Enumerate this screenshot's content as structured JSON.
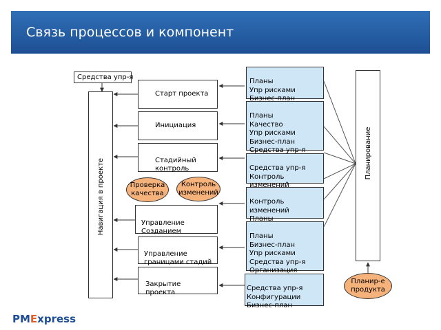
{
  "title": "Связь процессов и компонент",
  "tools_label": "Средства упр-я",
  "navigation_label": "Навигация в проекте",
  "planning_label": "Планирование",
  "processes": [
    {
      "label": "Старт проекта"
    },
    {
      "label": "Инициация"
    },
    {
      "label": "Стадийный\nконтроль"
    },
    {
      "label": "Управление\nСозданием продукта"
    },
    {
      "label": "Управление\nграницами стадий"
    },
    {
      "label": "Закрытие\nпроекта"
    }
  ],
  "quality_check": "Проверка\nкачества",
  "change_control": "Контроль\nизменений",
  "product_planning": "Планир-е\nпродукта",
  "components": [
    {
      "text": "Планы\nУпр рисками\nБизнес-план"
    },
    {
      "text": "Планы\nКачество\nУпр рисками\nБизнес-план\nСредства упр-я"
    },
    {
      "text": "Средства упр-я\nКонтроль изменений\nКонфигурации"
    },
    {
      "text": "Контроль изменений\nПланы\nСредства упр-я"
    },
    {
      "text": "Планы\nБизнес-план\nУпр рисками\nСредства упр-я\nОрганизация"
    },
    {
      "text": "Средства упр-я\nКонфигурации\nБизнес-план"
    }
  ],
  "logo": {
    "pm": "PM",
    "e": "E",
    "xpress": "xpress"
  },
  "colors": {
    "header": "#1d4f93",
    "component_fill": "#cfe6f7",
    "ellipse_fill": "#f5b27a",
    "logo_blue": "#1f4e98",
    "logo_orange": "#e35f2a"
  }
}
